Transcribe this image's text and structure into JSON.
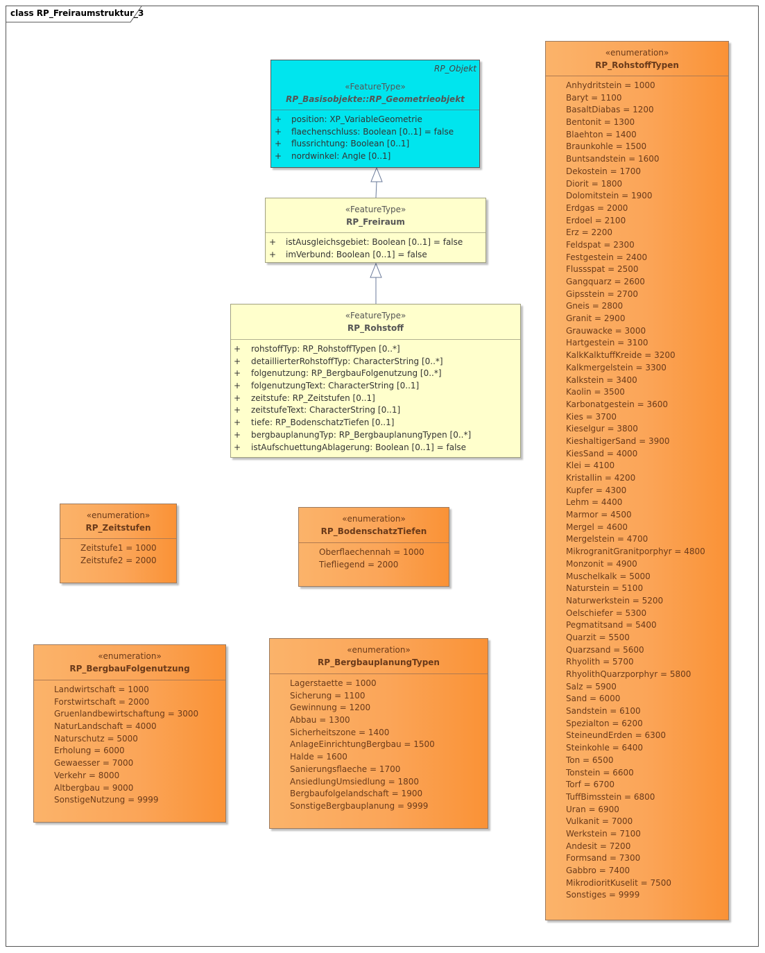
{
  "diagram": {
    "title": "class RP_Freiraumstruktur_3"
  },
  "classes": {
    "geometrieobjekt": {
      "parent_label": "RP_Objekt",
      "stereotype": "«FeatureType»",
      "name": "RP_Basisobjekte::RP_Geometrieobjekt",
      "attributes": [
        "position: XP_VariableGeometrie",
        "flaechenschluss: Boolean [0..1] = false",
        "flussrichtung: Boolean [0..1]",
        "nordwinkel: Angle [0..1]"
      ]
    },
    "freiraum": {
      "stereotype": "«FeatureType»",
      "name": "RP_Freiraum",
      "attributes": [
        "istAusgleichsgebiet: Boolean [0..1] = false",
        "imVerbund: Boolean [0..1] = false"
      ]
    },
    "rohstoff": {
      "stereotype": "«FeatureType»",
      "name": "RP_Rohstoff",
      "attributes": [
        "rohstoffTyp: RP_RohstoffTypen [0..*]",
        "detaillierterRohstoffTyp: CharacterString [0..*]",
        "folgenutzung: RP_BergbauFolgenutzung [0..*]",
        "folgenutzungText: CharacterString [0..1]",
        "zeitstufe: RP_Zeitstufen [0..1]",
        "zeitstufeText: CharacterString [0..1]",
        "tiefe: RP_BodenschatzTiefen [0..1]",
        "bergbauplanungTyp: RP_BergbauplanungTypen [0..*]",
        "istAufschuettungAblagerung: Boolean [0..1] = false"
      ]
    }
  },
  "visibility_marker": "+",
  "enumerations": {
    "zeitstufen": {
      "stereotype": "«enumeration»",
      "name": "RP_Zeitstufen",
      "values": [
        "Zeitstufe1 = 1000",
        "Zeitstufe2 = 2000"
      ]
    },
    "bodenschatztiefen": {
      "stereotype": "«enumeration»",
      "name": "RP_BodenschatzTiefen",
      "values": [
        "Oberflaechennah = 1000",
        "Tiefliegend = 2000"
      ]
    },
    "bergbaufolgenutzung": {
      "stereotype": "«enumeration»",
      "name": "RP_BergbauFolgenutzung",
      "values": [
        "Landwirtschaft = 1000",
        "Forstwirtschaft = 2000",
        "Gruenlandbewirtschaftung = 3000",
        "NaturLandschaft = 4000",
        "Naturschutz = 5000",
        "Erholung = 6000",
        "Gewaesser = 7000",
        "Verkehr = 8000",
        "Altbergbau = 9000",
        "SonstigeNutzung = 9999"
      ]
    },
    "bergbauplanungtypen": {
      "stereotype": "«enumeration»",
      "name": "RP_BergbauplanungTypen",
      "values": [
        "Lagerstaette = 1000",
        "Sicherung = 1100",
        "Gewinnung = 1200",
        "Abbau = 1300",
        "Sicherheitszone = 1400",
        "AnlageEinrichtungBergbau = 1500",
        "Halde = 1600",
        "Sanierungsflaeche = 1700",
        "AnsiedlungUmsiedlung = 1800",
        "Bergbaufolgelandschaft = 1900",
        "SonstigeBergbauplanung = 9999"
      ]
    },
    "rohstofftypen": {
      "stereotype": "«enumeration»",
      "name": "RP_RohstoffTypen",
      "values": [
        "Anhydritstein = 1000",
        "Baryt = 1100",
        "BasaltDiabas = 1200",
        "Bentonit = 1300",
        "Blaehton = 1400",
        "Braunkohle = 1500",
        "Buntsandstein = 1600",
        "Dekostein = 1700",
        "Diorit = 1800",
        "Dolomitstein = 1900",
        "Erdgas = 2000",
        "Erdoel = 2100",
        "Erz = 2200",
        "Feldspat = 2300",
        "Festgestein = 2400",
        "Flussspat = 2500",
        "Gangquarz = 2600",
        "Gipsstein = 2700",
        "Gneis = 2800",
        "Granit = 2900",
        "Grauwacke = 3000",
        "Hartgestein = 3100",
        "KalkKalktuffKreide = 3200",
        "Kalkmergelstein = 3300",
        "Kalkstein = 3400",
        "Kaolin = 3500",
        "Karbonatgestein = 3600",
        "Kies = 3700",
        "Kieselgur = 3800",
        "KieshaltigerSand = 3900",
        "KiesSand = 4000",
        "Klei = 4100",
        "Kristallin = 4200",
        "Kupfer = 4300",
        "Lehm = 4400",
        "Marmor = 4500",
        "Mergel = 4600",
        "Mergelstein = 4700",
        "MikrogranitGranitporphyr = 4800",
        "Monzonit = 4900",
        "Muschelkalk = 5000",
        "Naturstein = 5100",
        "Naturwerkstein = 5200",
        "Oelschiefer = 5300",
        "Pegmatitsand = 5400",
        "Quarzit = 5500",
        "Quarzsand = 5600",
        "Rhyolith = 5700",
        "RhyolithQuarzporphyr = 5800",
        "Salz = 5900",
        "Sand = 6000",
        "Sandstein = 6100",
        "Spezialton = 6200",
        "SteineundErden = 6300",
        "Steinkohle = 6400",
        "Ton = 6500",
        "Tonstein = 6600",
        "Torf = 6700",
        "TuffBimsstein = 6800",
        "Uran = 6900",
        "Vulkanit = 7000",
        "Werkstein = 7100",
        "Andesit = 7200",
        "Formsand = 7300",
        "Gabbro = 7400",
        "MikrodioritKuselit = 7500",
        "Sonstiges = 9999"
      ]
    }
  }
}
